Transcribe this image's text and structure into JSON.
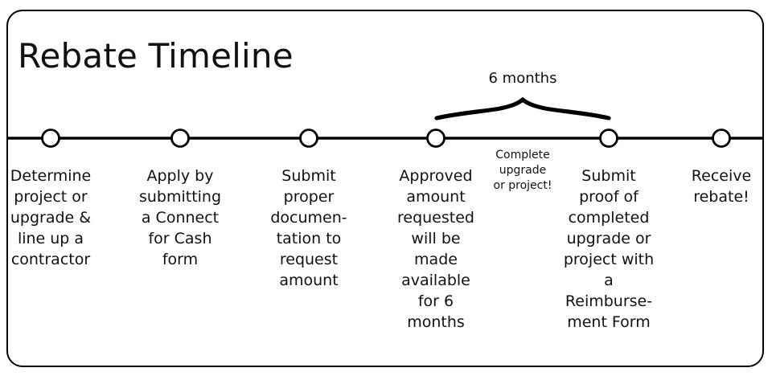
{
  "diagram": {
    "title": "Rebate Timeline",
    "frame_color": "#000000",
    "text_color": "#111111",
    "background": "#ffffff",
    "axis": {
      "line_color": "#000000",
      "node_fill": "#ffffff",
      "node_stroke": "#000000",
      "node_count": 6
    },
    "brace": {
      "label": "6 months",
      "spans_from_step": 4,
      "spans_to_step": 5
    },
    "steps": [
      {
        "index": 1,
        "name": "determine-project",
        "lines": [
          "Determine",
          "project or",
          "upgrade &",
          "line up a",
          "contractor"
        ]
      },
      {
        "index": 2,
        "name": "apply-connect-for-cash",
        "lines": [
          "Apply by",
          "submitting",
          "a Connect",
          "for Cash",
          "form"
        ]
      },
      {
        "index": 3,
        "name": "submit-documentation",
        "lines": [
          "Submit",
          "proper",
          "documen-",
          "tation to",
          "request",
          "amount"
        ]
      },
      {
        "index": 4,
        "name": "approved-amount-available",
        "lines": [
          "Approved",
          "amount",
          "requested",
          "will be",
          "made",
          "available",
          "for 6",
          "months"
        ]
      },
      {
        "index": 5,
        "name": "submit-proof-reimbursement",
        "lines": [
          "Submit",
          "proof of",
          "completed",
          "upgrade or",
          "project with",
          "a",
          "Reimburse-",
          "ment Form"
        ]
      },
      {
        "index": 6,
        "name": "receive-rebate",
        "lines": [
          "Receive",
          "rebate!"
        ]
      }
    ],
    "note": {
      "name": "complete-upgrade-note",
      "lines": [
        "Complete",
        "upgrade",
        "or project!"
      ]
    }
  }
}
